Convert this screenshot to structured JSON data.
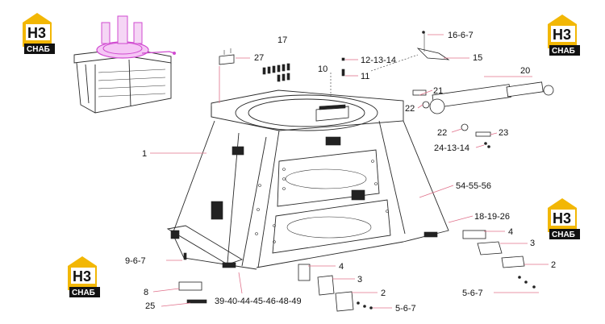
{
  "brand": {
    "logo_main": "H3",
    "logo_sub": "СНАБ",
    "accent_color": "#f2b705",
    "text_color": "#111111"
  },
  "callouts": {
    "c1": "1",
    "c2a": "2",
    "c2b": "2",
    "c3a": "3",
    "c3b": "3",
    "c4a": "4",
    "c4b": "4",
    "c8": "8",
    "c9": "9-6-7",
    "c10": "10",
    "c11": "11",
    "c12": "12-13-14",
    "c15": "15",
    "c16": "16-6-7",
    "c17": "17",
    "c18": "18-19-26",
    "c20": "20",
    "c21": "21",
    "c22a": "22",
    "c22b": "22",
    "c23": "23",
    "c24": "24-13-14",
    "c25": "25",
    "c27": "27",
    "c39": "39-40-44-45-46-48-49",
    "c54": "54-55-56",
    "c5a": "5-6-7",
    "c5b": "5-6-7"
  },
  "colors": {
    "leader": "#e0708a",
    "thumbnail_highlight": "#d04bd0",
    "line": "#2a2a2a"
  }
}
